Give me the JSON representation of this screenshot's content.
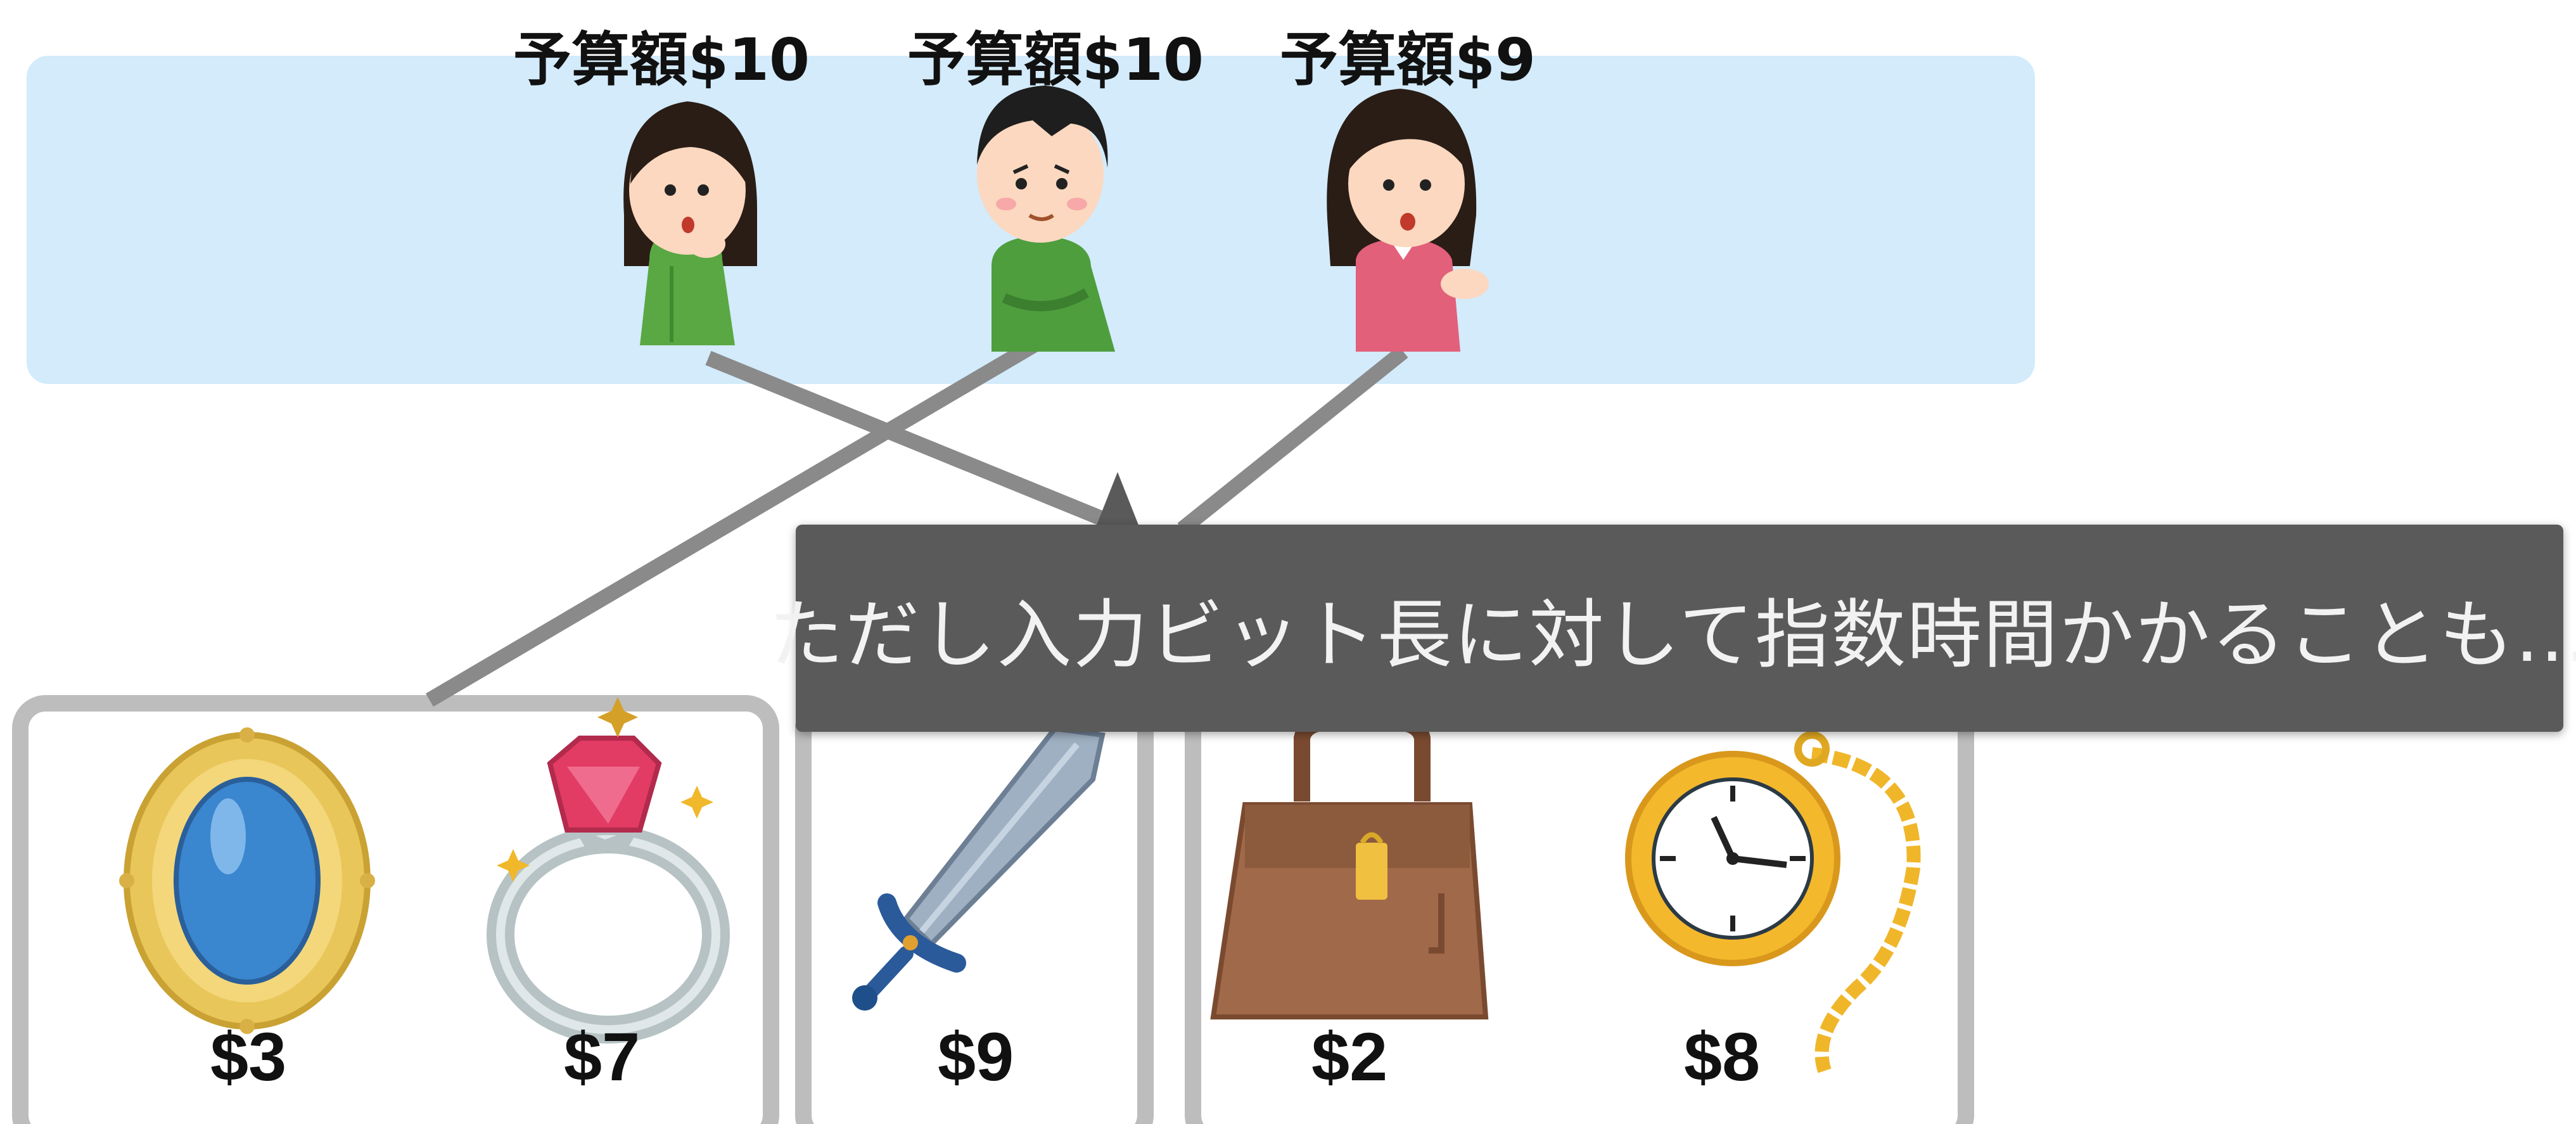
{
  "people": [
    {
      "budget": "予算額$10",
      "shirt": "#5aa844",
      "icon": "thinking-woman-icon"
    },
    {
      "budget": "予算額$10",
      "shirt": "#4e9e3e",
      "icon": "arms-crossed-man-icon"
    },
    {
      "budget": "予算額$9",
      "shirt": "#e2607a",
      "icon": "surprised-woman-icon"
    }
  ],
  "items": [
    {
      "price": "$3",
      "icon": "blue-brooch-icon"
    },
    {
      "price": "$7",
      "icon": "ruby-ring-icon"
    },
    {
      "price": "$9",
      "icon": "sword-icon"
    },
    {
      "price": "$2",
      "icon": "handbag-icon"
    },
    {
      "price": "$8",
      "icon": "pocket-watch-icon"
    }
  ],
  "tooltip": {
    "text": "ただし入力ビット長に対して指数時間かかることも..."
  },
  "colors": {
    "panel": "#d3ebfb",
    "box_border": "#bdbdbd",
    "line": "#8a8a8a",
    "tooltip_bg": "#5a5a5a"
  }
}
